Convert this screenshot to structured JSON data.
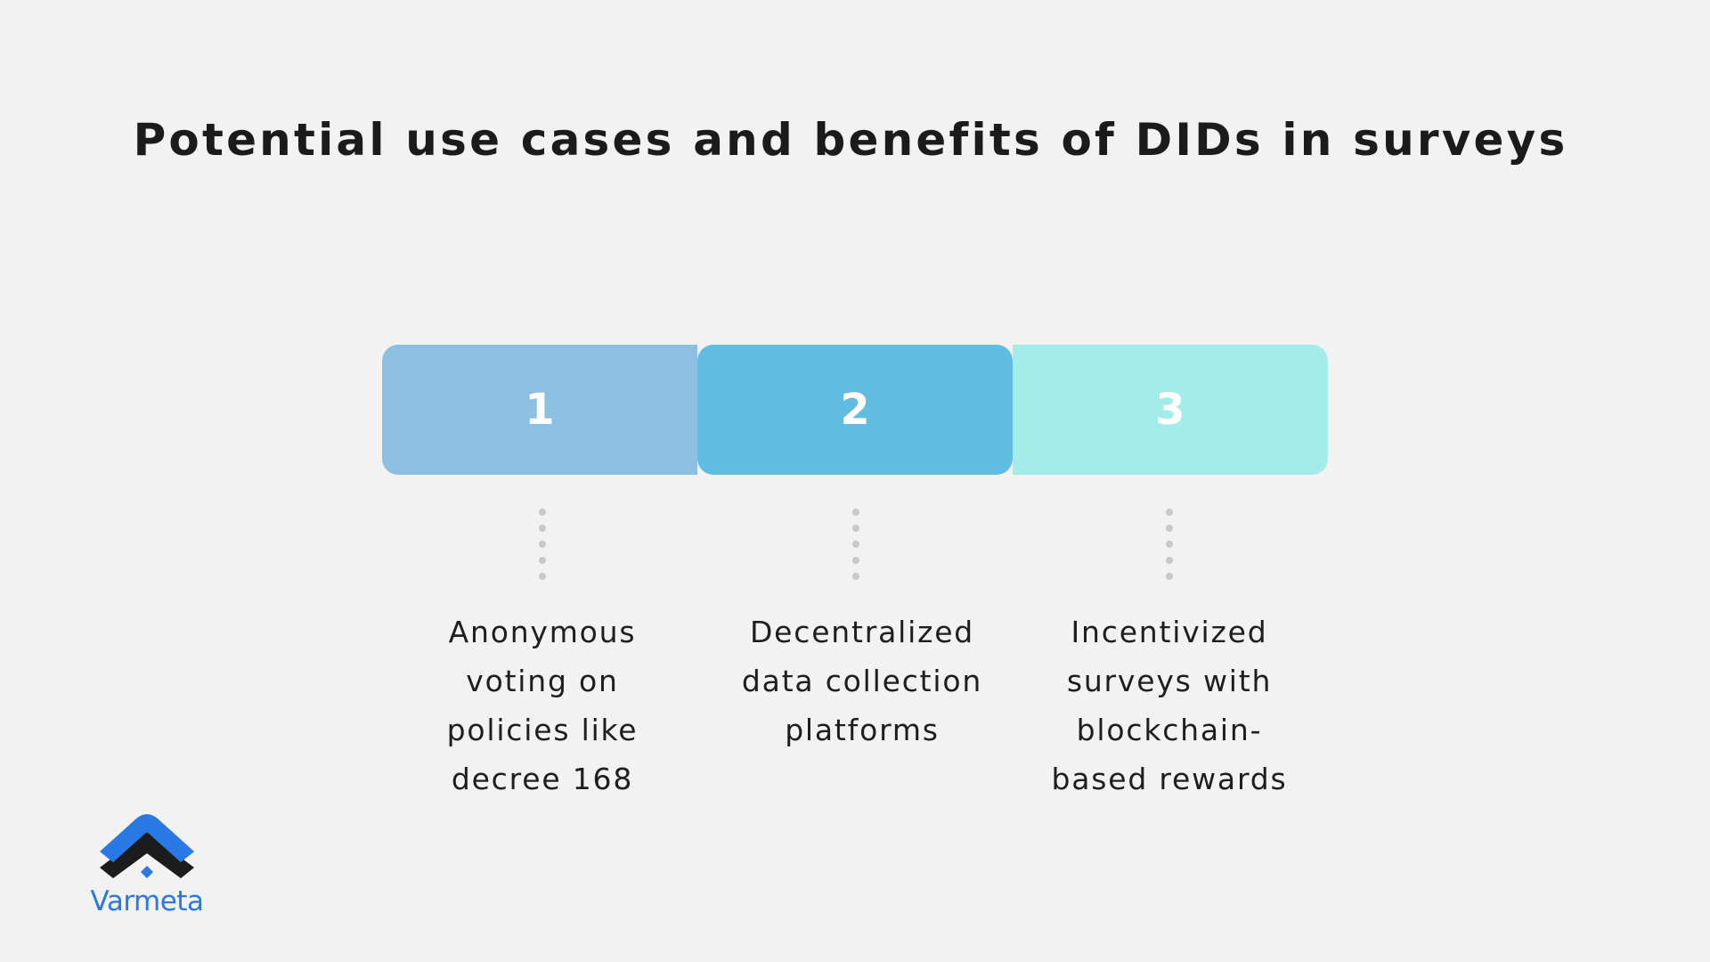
{
  "title": "Potential use cases and benefits of DIDs in surveys",
  "colors": {
    "background": "#f2f2f2",
    "box1": "#8cc0e2",
    "box2": "#62bbe0",
    "box3": "#a4ecea",
    "dots": "#c8c8c8",
    "text": "#1e1e1e",
    "brand_blue": "#2a78e4",
    "brand_dark": "#1c1c1c"
  },
  "steps": [
    {
      "number": "1",
      "caption_lines": [
        "Anonymous",
        "voting on",
        "policies like",
        "decree 168"
      ]
    },
    {
      "number": "2",
      "caption_lines": [
        "Decentralized",
        "data collection",
        "platforms"
      ]
    },
    {
      "number": "3",
      "caption_lines": [
        "Incentivized",
        "surveys with",
        "blockchain-",
        "based rewards"
      ]
    }
  ],
  "logo": {
    "icon": "varmeta-logo-icon",
    "text": "Varmeta"
  }
}
